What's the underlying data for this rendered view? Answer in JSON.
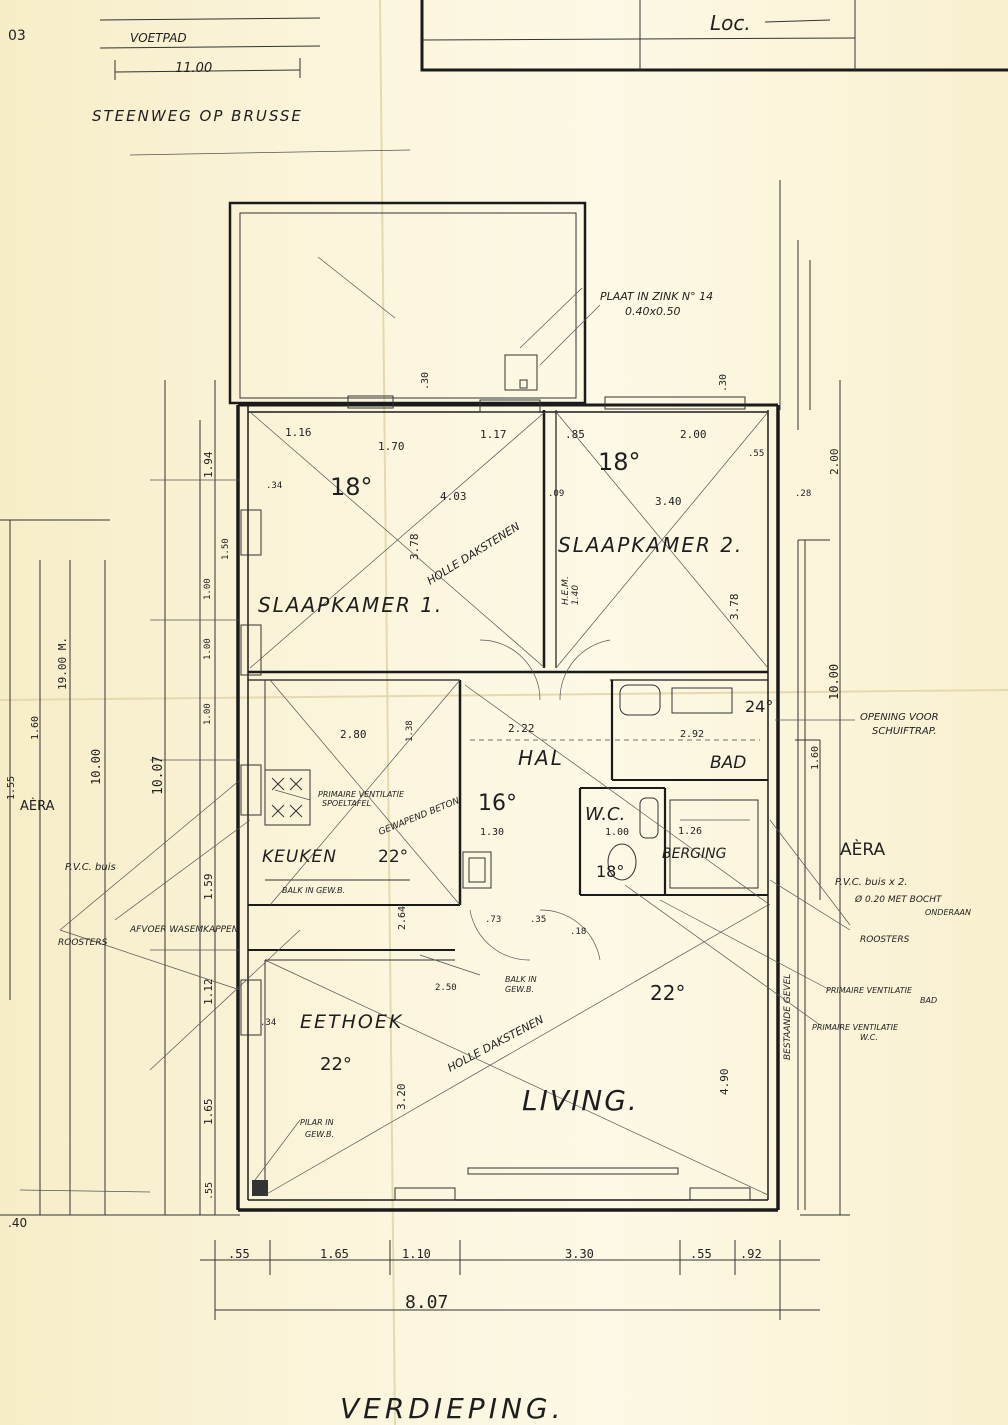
{
  "header": {
    "street_path": "VOETPAD",
    "street_width": "11.00",
    "street_name": "STEENWEG OP BRUSSE",
    "corner_left": "03",
    "title_block_text": "Loc."
  },
  "rooms": {
    "bedroom1": {
      "name": "SLAAPKAMER 1.",
      "temp": "18°"
    },
    "bedroom2": {
      "name": "SLAAPKAMER 2.",
      "temp": "18°"
    },
    "hall": {
      "name": "HAL",
      "temp": "16°"
    },
    "bath": {
      "name": "BAD",
      "temp": "24°"
    },
    "wc": {
      "name": "W.C.",
      "temp": "18°"
    },
    "storage": {
      "name": "BERGING"
    },
    "kitchen": {
      "name": "KEUKEN",
      "temp": "22°"
    },
    "dining": {
      "name": "EETHOEK",
      "temp": "22°"
    },
    "living": {
      "name": "LIVING.",
      "temp": "22°"
    }
  },
  "notes": {
    "zinc_plate": "PLAAT IN ZINK N° 14",
    "zinc_plate_size": "0.40x0.50",
    "hollow_bricks_top": "HOLLE DAKSTENEN",
    "hollow_bricks_bottom": "HOLLE DAKSTENEN",
    "stair_opening_1": "OPENING VOOR",
    "stair_opening_2": "SCHUIFTRAP.",
    "reinforced_concrete": "GEWAPEND BETON",
    "vent_sink_1": "PRIMAIRE VENTILATIE",
    "vent_sink_2": "SPOELTAFEL",
    "beam_1": "BALK IN GEW.B.",
    "exhaust_hood": "AFVOER WASEMKAPPEN",
    "beam_2a": "BALK IN",
    "beam_2b": "GEW.B.",
    "pillar_a": "PILAR IN",
    "pillar_b": "GEW.B.",
    "existing_wall": "BESTAANDE GEVEL",
    "hem": "H.E.M.",
    "hem_value": "1.40",
    "vent_bath_1": "PRIMAIRE VENTILATIE",
    "vent_bath_2": "BAD",
    "vent_wc_1": "PRIMAIRE VENTILATIE",
    "vent_wc_2": "W.C."
  },
  "side_labels": {
    "area_left": "AÈRA",
    "area_right": "AÈRA",
    "pvc_left": "P.V.C. buis",
    "grilles_left": "ROOSTERS",
    "pvc_right": "P.V.C. buis x 2.",
    "pvc_right_dia": "Ø 0.20 MET BOCHT",
    "pvc_right_under": "ONDERAAN",
    "grilles_right": "ROOSTERS",
    "left_edge_value": ".40"
  },
  "dimensions": {
    "top_1": "1.16",
    "top_2": "1.70",
    "top_3": "1.17",
    "top_4": ".85",
    "top_5": "2.00",
    "top_30a": ".30",
    "top_30b": ".30",
    "d_55": ".55",
    "d_34": ".34",
    "d_403": "4.03",
    "d_09": ".09",
    "d_340": "3.40",
    "d_28": ".28",
    "d_378a": "3.78",
    "d_378b": "3.78",
    "d_200r": "2.00",
    "d_194": "1.94",
    "d_150": "1.50",
    "d_100a": "1.00",
    "d_100b": "1.00",
    "d_100c": "1.00",
    "d_1907": "10.07",
    "d_1000": "10.00",
    "d_1900": "19.00 M.",
    "d_160": "1.60",
    "d_155": "1.55",
    "d_180": "2.80",
    "d_138": "1.38",
    "d_222": "2.22",
    "d_292": "2.92",
    "d_130": "1.30",
    "d_100w": "1.00",
    "d_126": "1.26",
    "d_159": "1.59",
    "d_112": "1.12",
    "d_165": "1.65",
    "d_55b": ".55",
    "d_320": "3.20",
    "d_490": "4.90",
    "d_34b": ".34",
    "d_64": "2.64",
    "d_250": "2.50",
    "d_73": ".73",
    "d_35": ".35",
    "d_18": ".18",
    "d_160r": "1.60",
    "d_1000r": "10.00",
    "bottom_1": ".55",
    "bottom_2": "1.65",
    "bottom_3": "1.10",
    "bottom_4": "3.30",
    "bottom_5": ".55",
    "bottom_6": ".92",
    "bottom_total": "8.07"
  },
  "footer": {
    "title": "VERDIEPING."
  }
}
